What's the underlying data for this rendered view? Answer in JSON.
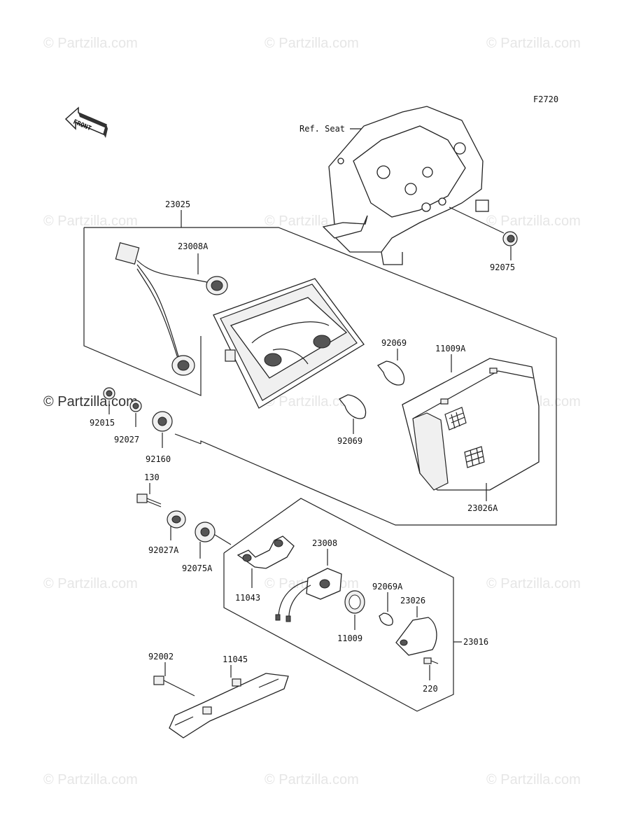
{
  "figure_code": "F2720",
  "front_label": "FRONT",
  "ref_seat": "Ref. Seat",
  "watermark": "© Partzilla.com",
  "parts": {
    "p23025": "23025",
    "p23008A": "23008A",
    "p92075_top": "92075",
    "p92069_a": "92069",
    "p11009A": "11009A",
    "p92069_b": "92069",
    "p23026A": "23026A",
    "p92015": "92015",
    "p92027": "92027",
    "p92160": "92160",
    "p130": "130",
    "p92027A": "92027A",
    "p92075A": "92075A",
    "p23008": "23008",
    "p11043": "11043",
    "p92069A": "92069A",
    "p23026": "23026",
    "p11009": "11009",
    "p23016": "23016",
    "p220": "220",
    "p92002": "92002",
    "p11045": "11045"
  }
}
